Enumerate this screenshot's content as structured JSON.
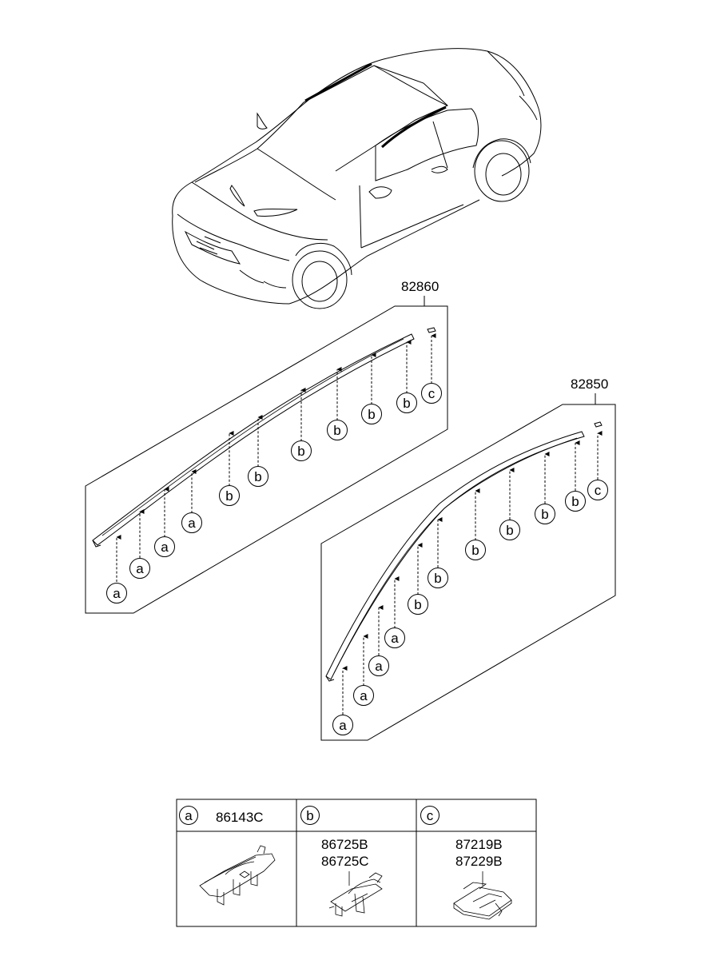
{
  "assemblies": [
    {
      "id": "rear",
      "part_no": "82860"
    },
    {
      "id": "front",
      "part_no": "82850"
    }
  ],
  "clip_types": [
    {
      "letter": "a",
      "part_nos": [
        "86143C"
      ]
    },
    {
      "letter": "b",
      "part_nos": [
        "86725B",
        "86725C"
      ]
    },
    {
      "letter": "c",
      "part_nos": [
        "87219B",
        "87229B"
      ]
    }
  ]
}
